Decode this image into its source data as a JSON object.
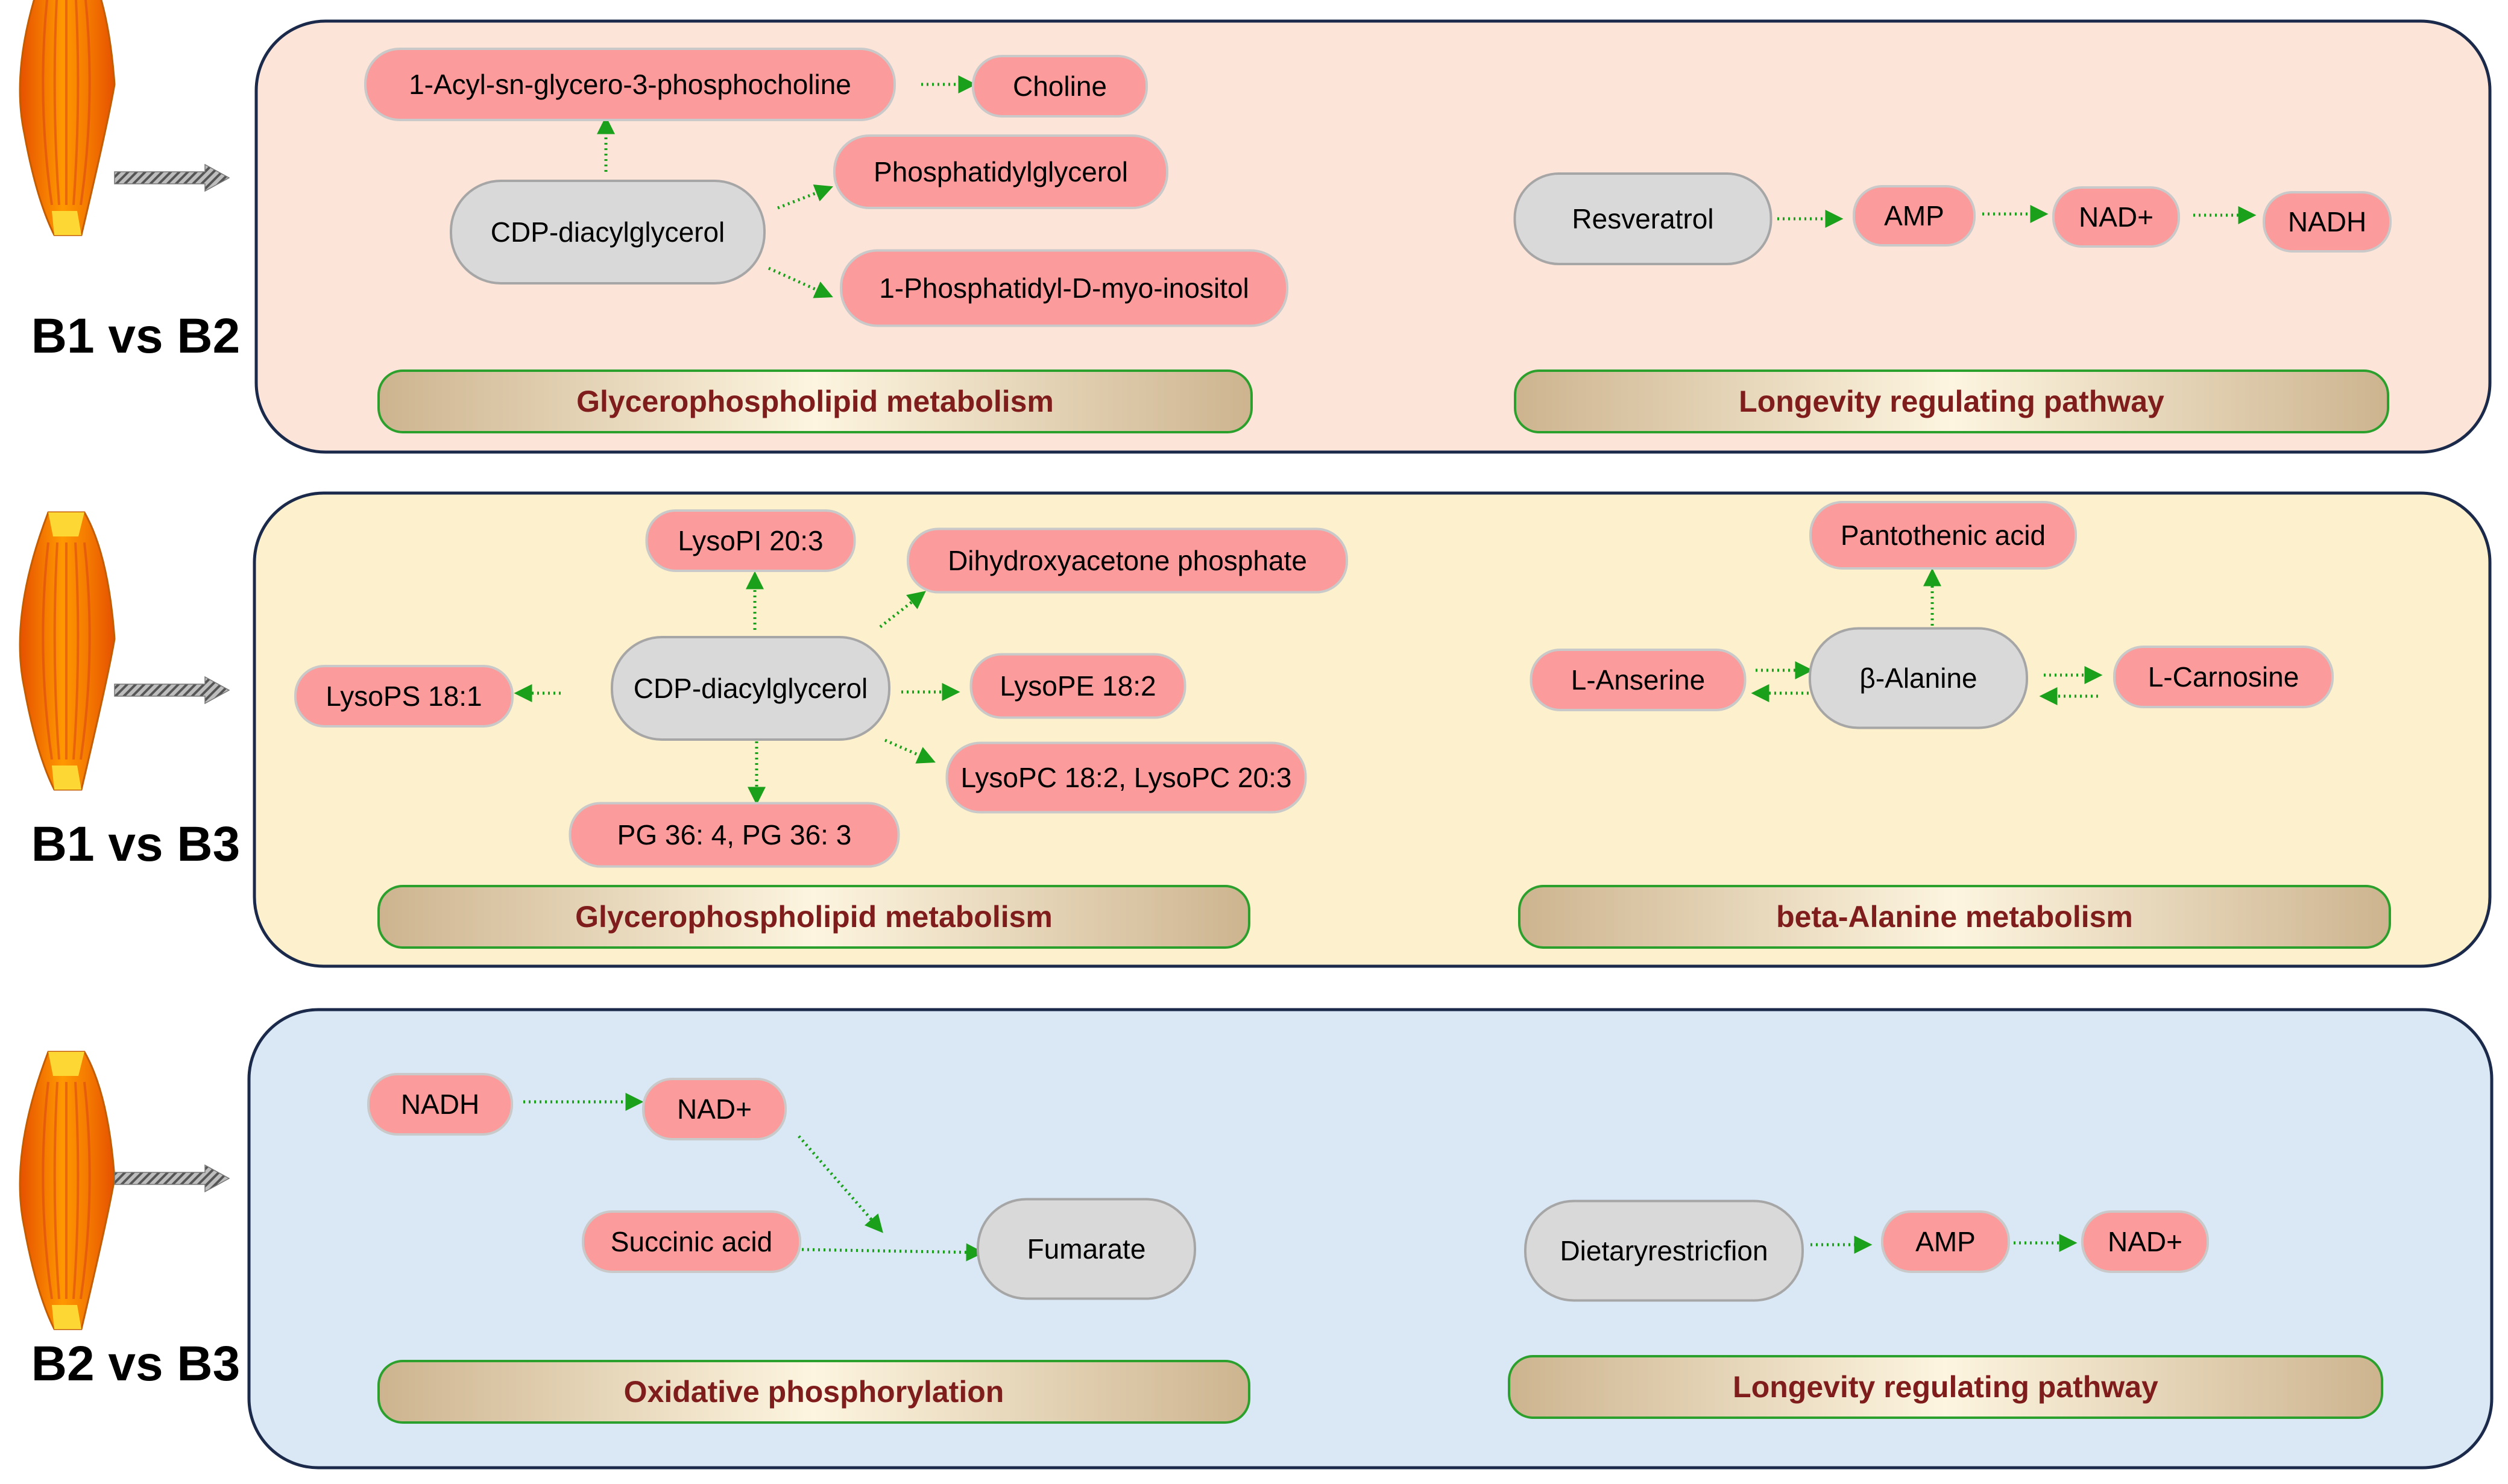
{
  "colors": {
    "metabolite_fill": "#fb9b9b",
    "metabolite_stroke": "#c9c9c9",
    "neutral_fill": "#d9d9d9",
    "neutral_stroke": "#a6a6a6",
    "arrow": "#1aa01a",
    "pathway_text": "#7f1d1d",
    "pathway_border": "#2ca02c",
    "panel_border": "#1b2a4a"
  },
  "icons": [
    "muscle-icon",
    "hatched-arrow-icon"
  ],
  "panels": [
    {
      "group": "B1 vs B2",
      "background": "#fde4d9",
      "pathways": [
        "Glycerophospholipid metabolism",
        "Longevity regulating pathway"
      ],
      "nodes": [
        {
          "id": "acyl",
          "label": "1-Acyl-sn-glycero-3-phosphocholine",
          "kind": "metabolite"
        },
        {
          "id": "choline",
          "label": "Choline",
          "kind": "metabolite"
        },
        {
          "id": "cdp1",
          "label": "CDP-diacylglycerol",
          "kind": "neutral"
        },
        {
          "id": "pgl",
          "label": "Phosphatidylglycerol",
          "kind": "metabolite"
        },
        {
          "id": "pdi",
          "label": "1-Phosphatidyl-D-myo-inositol",
          "kind": "metabolite"
        },
        {
          "id": "resv",
          "label": "Resveratrol",
          "kind": "neutral"
        },
        {
          "id": "amp1",
          "label": "AMP",
          "kind": "metabolite"
        },
        {
          "id": "nad1",
          "label": "NAD+",
          "kind": "metabolite"
        },
        {
          "id": "nadh1",
          "label": "NADH",
          "kind": "metabolite"
        }
      ],
      "edges": [
        {
          "from": "cdp1",
          "to": "acyl"
        },
        {
          "from": "acyl",
          "to": "choline"
        },
        {
          "from": "cdp1",
          "to": "pgl"
        },
        {
          "from": "cdp1",
          "to": "pdi"
        },
        {
          "from": "resv",
          "to": "amp1"
        },
        {
          "from": "amp1",
          "to": "nad1"
        },
        {
          "from": "nad1",
          "to": "nadh1"
        }
      ]
    },
    {
      "group": "B1 vs B3",
      "background": "#fdf0cc",
      "pathways": [
        "Glycerophospholipid metabolism",
        "beta-Alanine metabolism"
      ],
      "nodes": [
        {
          "id": "lpi",
          "label": "LysoPI 20:3",
          "kind": "metabolite"
        },
        {
          "id": "dhap",
          "label": "Dihydroxyacetone phosphate",
          "kind": "metabolite"
        },
        {
          "id": "lps",
          "label": "LysoPS 18:1",
          "kind": "metabolite"
        },
        {
          "id": "cdp2",
          "label": "CDP-diacylglycerol",
          "kind": "neutral"
        },
        {
          "id": "lpe",
          "label": "LysoPE 18:2",
          "kind": "metabolite"
        },
        {
          "id": "lpc",
          "label": "LysoPC 18:2, LysoPC 20:3",
          "kind": "metabolite"
        },
        {
          "id": "pg",
          "label": "PG 36: 4, PG 36: 3",
          "kind": "metabolite"
        },
        {
          "id": "pant",
          "label": "Pantothenic acid",
          "kind": "metabolite"
        },
        {
          "id": "anser",
          "label": "L-Anserine",
          "kind": "metabolite"
        },
        {
          "id": "bala",
          "label": "β-Alanine",
          "kind": "neutral"
        },
        {
          "id": "carn",
          "label": "L-Carnosine",
          "kind": "metabolite"
        }
      ],
      "edges": [
        {
          "from": "cdp2",
          "to": "lpi"
        },
        {
          "from": "cdp2",
          "to": "dhap"
        },
        {
          "from": "cdp2",
          "to": "lps"
        },
        {
          "from": "cdp2",
          "to": "lpe"
        },
        {
          "from": "cdp2",
          "to": "lpc"
        },
        {
          "from": "cdp2",
          "to": "pg"
        },
        {
          "from": "bala",
          "to": "pant"
        },
        {
          "from": "anser",
          "to": "bala"
        },
        {
          "from": "bala",
          "to": "anser"
        },
        {
          "from": "bala",
          "to": "carn"
        },
        {
          "from": "carn",
          "to": "bala"
        }
      ]
    },
    {
      "group": "B2 vs B3",
      "background": "#dae8f5",
      "pathways": [
        "Oxidative phosphorylation",
        "Longevity regulating pathway"
      ],
      "nodes": [
        {
          "id": "nadh3",
          "label": "NADH",
          "kind": "metabolite"
        },
        {
          "id": "nad3a",
          "label": "NAD+",
          "kind": "metabolite"
        },
        {
          "id": "succ",
          "label": "Succinic acid",
          "kind": "metabolite"
        },
        {
          "id": "fum",
          "label": "Fumarate",
          "kind": "neutral"
        },
        {
          "id": "diet",
          "label": "Dietaryrestricfion",
          "kind": "neutral"
        },
        {
          "id": "amp3",
          "label": "AMP",
          "kind": "metabolite"
        },
        {
          "id": "nad3b",
          "label": "NAD+",
          "kind": "metabolite"
        }
      ],
      "edges": [
        {
          "from": "nadh3",
          "to": "nad3a"
        },
        {
          "from": "nad3a",
          "to": "fum"
        },
        {
          "from": "succ",
          "to": "fum"
        },
        {
          "from": "diet",
          "to": "amp3"
        },
        {
          "from": "amp3",
          "to": "nad3b"
        }
      ]
    }
  ]
}
